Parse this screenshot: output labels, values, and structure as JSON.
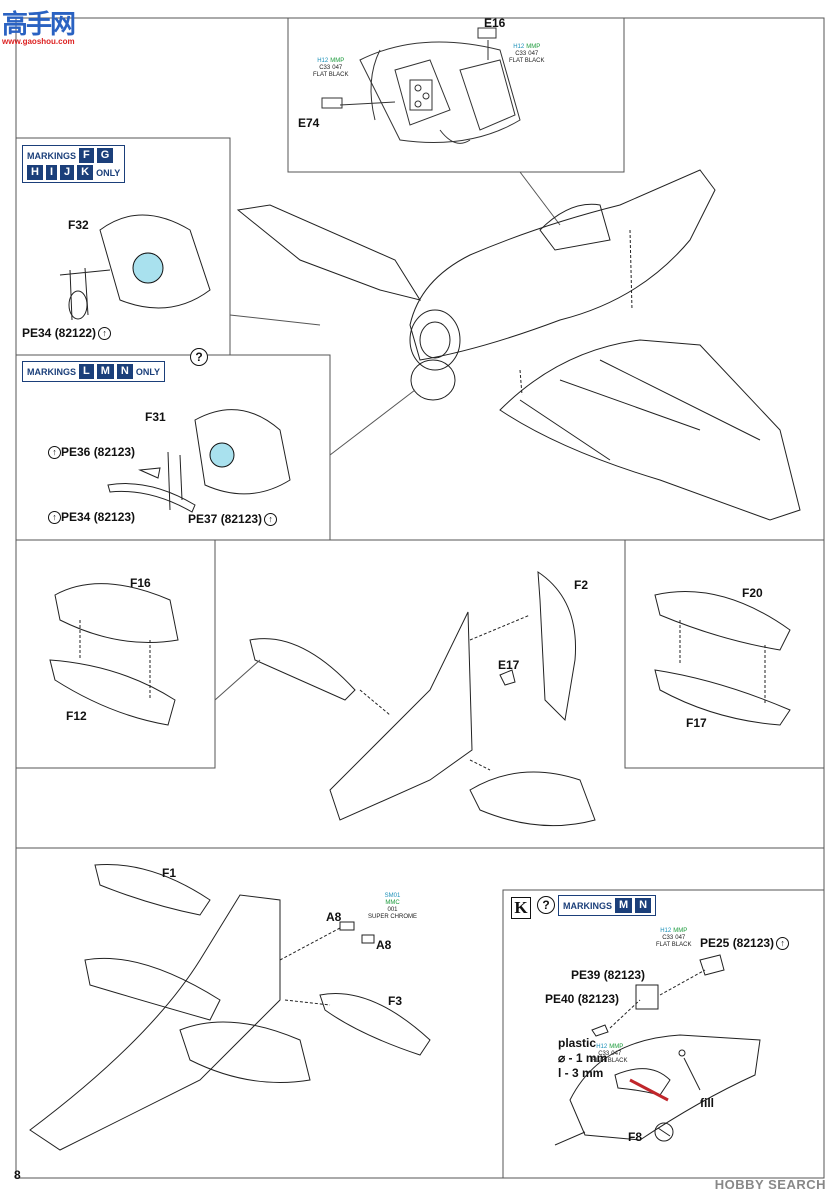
{
  "page": {
    "number": "8"
  },
  "watermark": {
    "logo_text": "高手网",
    "logo_url": "www.gaoshou.com"
  },
  "hobbysearch": {
    "text": "HOBBY SEARCH"
  },
  "top_section": {
    "cockpit_inset": {
      "labels": {
        "e16": "E16",
        "e74": "E74"
      },
      "paint_left": {
        "h": "H12",
        "m": "MMP",
        "c": "C33",
        "n": "047",
        "name": "FLAT BLACK"
      },
      "paint_right": {
        "h": "H12",
        "m": "MMP",
        "c": "C33",
        "n": "047",
        "name": "FLAT BLACK"
      }
    },
    "inset_fg": {
      "markings_label": "MARKINGS",
      "boxes_row1": [
        "F",
        "G"
      ],
      "boxes_row2": [
        "H",
        "I",
        "J",
        "K"
      ],
      "only": "ONLY",
      "part_f32": "F32",
      "part_pe34": "PE34 (82122)"
    },
    "inset_lmn": {
      "question": "?",
      "markings_label": "MARKINGS",
      "boxes": [
        "L",
        "M",
        "N"
      ],
      "only": "ONLY",
      "part_f31": "F31",
      "part_pe36": "PE36 (82123)",
      "part_pe34": "PE34 (82123)",
      "part_pe37": "PE37 (82123)"
    }
  },
  "middle_section": {
    "left_inset": {
      "f16": "F16",
      "f12": "F12"
    },
    "center": {
      "f2": "F2",
      "e17": "E17"
    },
    "right_inset": {
      "f20": "F20",
      "f17": "F17"
    }
  },
  "bottom_section": {
    "f1": "F1",
    "a8_top": "A8",
    "a8_bottom": "A8",
    "f3": "F3",
    "paint_chrome": {
      "h": "SM01",
      "m": "MMC",
      "n": "001",
      "name": "SUPER CHROME"
    },
    "k_inset": {
      "k_label": "K",
      "question": "?",
      "markings_label": "MARKINGS",
      "boxes": [
        "M",
        "N"
      ],
      "paint_top": {
        "h": "H12",
        "m": "MMP",
        "c": "C33",
        "n": "047",
        "name": "FLAT BLACK"
      },
      "paint_mid": {
        "h": "H12",
        "m": "MMP",
        "c": "C33",
        "n": "047",
        "name": "FLAT BLACK"
      },
      "pe25": "PE25 (82123)",
      "pe39": "PE39 (82123)",
      "pe40": "PE40 (82123)",
      "plastic": "plastic",
      "diameter": "⌀ - 1 mm",
      "length": "l - 3 mm",
      "fill": "fill",
      "f8": "F8"
    }
  }
}
